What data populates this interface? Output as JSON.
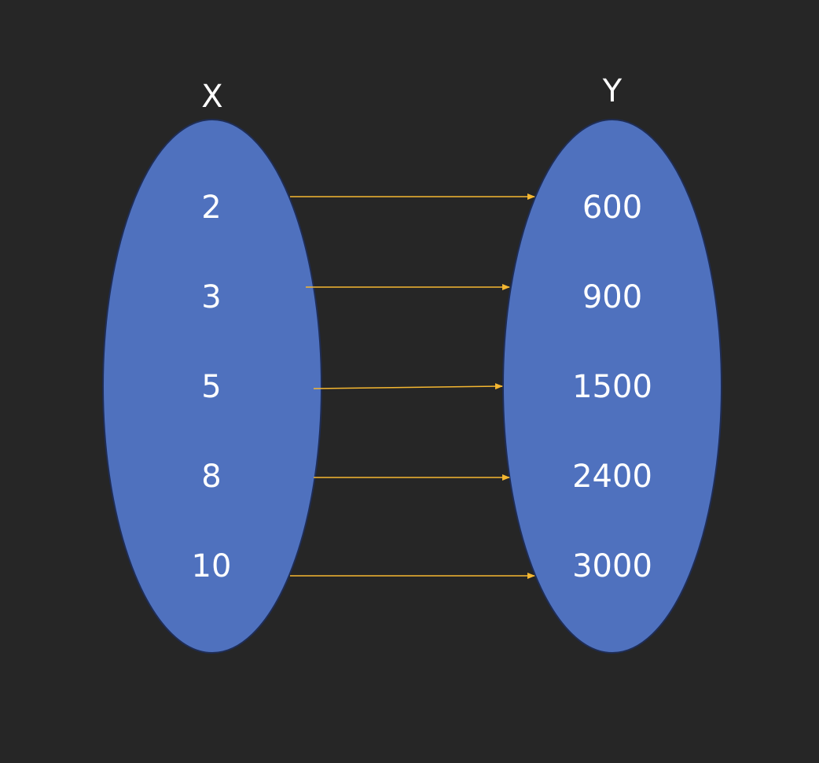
{
  "colors": {
    "background": "#262626",
    "set_fill": "#4f71be",
    "set_stroke": "#1f2d55",
    "arrow": "#f5b731",
    "text": "#ffffff"
  },
  "domain_set": {
    "label": "X",
    "elements": [
      "2",
      "3",
      "5",
      "8",
      "10"
    ]
  },
  "codomain_set": {
    "label": "Y",
    "elements": [
      "600",
      "900",
      "1500",
      "2400",
      "3000"
    ]
  },
  "mappings": [
    {
      "from": "2",
      "to": "600"
    },
    {
      "from": "3",
      "to": "900"
    },
    {
      "from": "5",
      "to": "1500"
    },
    {
      "from": "8",
      "to": "2400"
    },
    {
      "from": "10",
      "to": "3000"
    }
  ]
}
